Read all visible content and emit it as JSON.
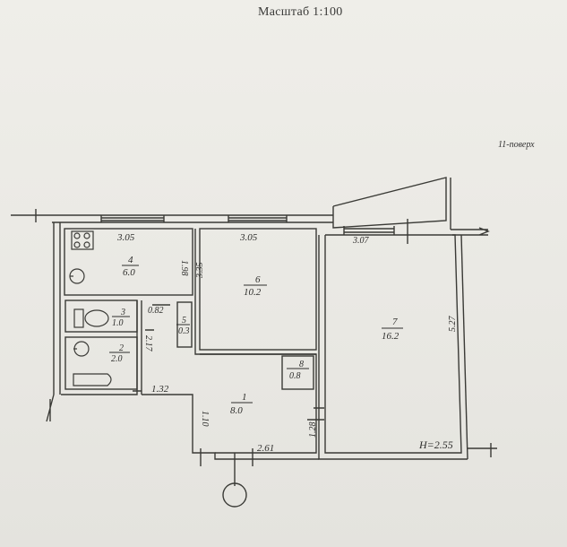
{
  "header": {
    "scale_title": "Масштаб 1:100",
    "floor_label": "11-поверх"
  },
  "plan": {
    "ceiling_height": "H=2.55",
    "rooms": [
      {
        "number": "1",
        "area": "8.0"
      },
      {
        "number": "2",
        "area": "2.0"
      },
      {
        "number": "3",
        "area": "1.0"
      },
      {
        "number": "4",
        "area": "6.0"
      },
      {
        "number": "5",
        "area": "0.3"
      },
      {
        "number": "6",
        "area": "10.2"
      },
      {
        "number": "7",
        "area": "16.2"
      },
      {
        "number": "8",
        "area": "0.8"
      }
    ],
    "dimensions": {
      "kitchen_width": "3.05",
      "kitchen_depth": "1.98",
      "room6_width": "3.05",
      "room6_depth": "3.35",
      "room7_width": "3.07",
      "room7_depth": "5.27",
      "toilet_width": "0.82",
      "bath_depth": "2.17",
      "hall_bottom_width": "2.61",
      "hall_left": "1.32",
      "hall_left_depth": "1.10",
      "hall_right_depth": "1.28"
    },
    "colors": {
      "paper": "#ecebe6",
      "ink": "#3a3a36"
    }
  }
}
